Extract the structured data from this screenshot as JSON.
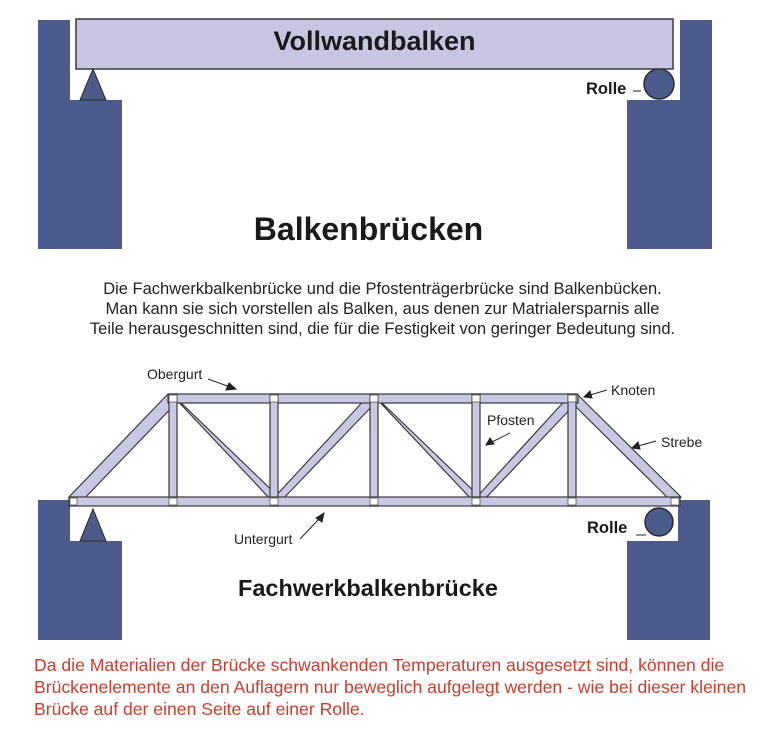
{
  "top": {
    "beam_label": "Vollwandbalken",
    "roller_label": "Rolle"
  },
  "title": "Balkenbrücken",
  "description": [
    "Die Fachwerkbalkenbrücke und die Pfostenträgerbrücke sind Balkenbücken.",
    "Man kann sie sich vorstellen als Balken, aus denen zur Matrialersparnis alle",
    "Teile herausgeschnitten sind, die für die Festigkeit von geringer Bedeutung sind."
  ],
  "truss": {
    "labels": {
      "obergurt": "Obergurt",
      "knoten": "Knoten",
      "pfosten": "Pfosten",
      "strebe": "Strebe",
      "untergurt": "Untergurt",
      "rolle": "Rolle"
    },
    "title": "Fachwerkbalkenbrücke"
  },
  "note": "Da die Materialien der Brücke schwankenden Temperaturen ausgesetzt sind, können die Brückenelemente an den Auflagern nur beweglich aufgelegt werden - wie bei dieser kleinen Brücke auf der einen Seite auf einer Rolle.",
  "colors": {
    "abutment": "#4a5b8c",
    "beam": "#c6c5e2",
    "truss_member": "#c9c8e4",
    "outline": "#2b2b2b",
    "note_text": "#d03a2a"
  }
}
